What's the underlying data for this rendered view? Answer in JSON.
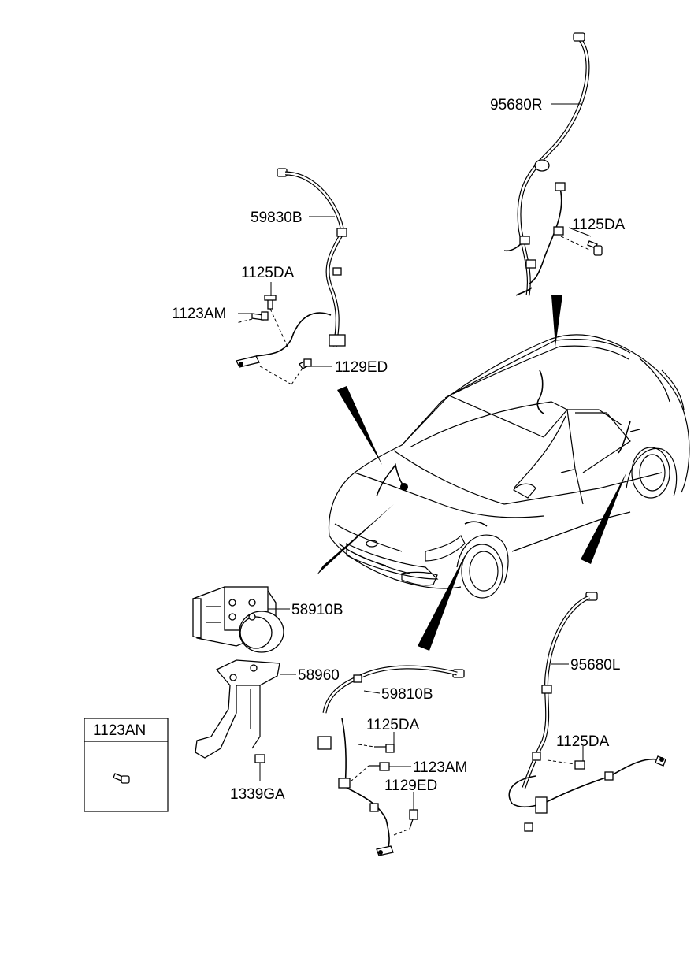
{
  "labels": {
    "p95680R": "95680R",
    "p1125DA_r": "1125DA",
    "p59830B": "59830B",
    "p1125DA_fl": "1125DA",
    "p1123AM_fl": "1123AM",
    "p1129ED_fl": "1129ED",
    "p58910B": "58910B",
    "p58960": "58960",
    "p59810B": "59810B",
    "p1125DA_fr": "1125DA",
    "p1123AM_fr": "1123AM",
    "p1129ED_fr": "1129ED",
    "p95680L": "95680L",
    "p1125DA_l": "1125DA",
    "p1339GA": "1339GA",
    "p1123AN": "1123AN"
  }
}
